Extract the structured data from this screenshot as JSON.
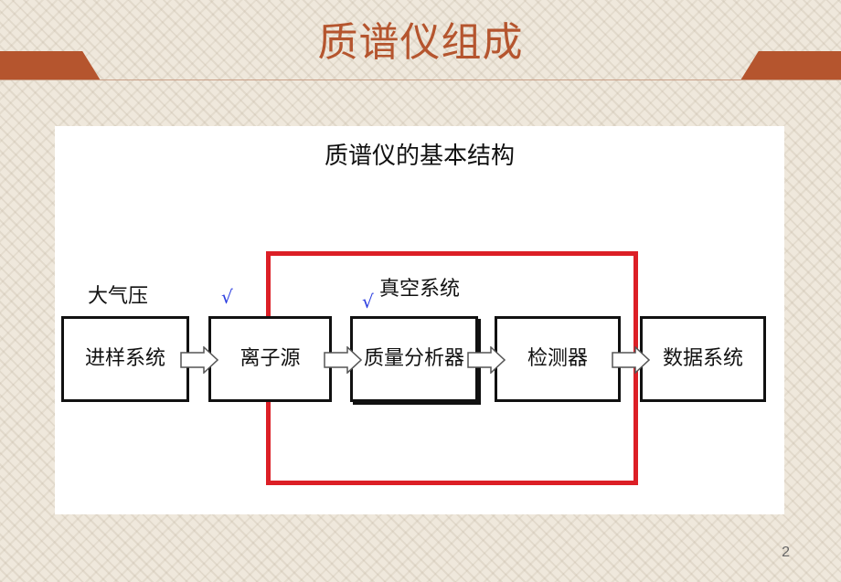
{
  "slide": {
    "title": "质谱仪组成",
    "page_number": "2"
  },
  "diagram": {
    "title": "质谱仪的基本结构",
    "atmosphere_label": "大气压",
    "vacuum_label": "真空系统",
    "check_mark": "√",
    "boxes": [
      {
        "label": "进样系统"
      },
      {
        "label": "离子源"
      },
      {
        "label": "质量分析器"
      },
      {
        "label": "检测器"
      },
      {
        "label": "数据系统"
      }
    ]
  },
  "colors": {
    "title_accent": "#b5552e",
    "vacuum_frame": "#dc1f26",
    "check_mark": "#2a3de0"
  }
}
